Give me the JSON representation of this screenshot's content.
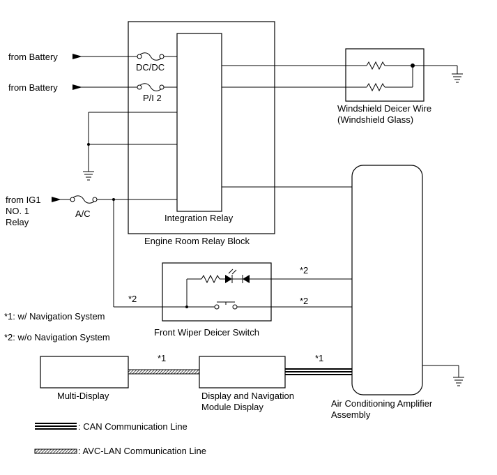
{
  "inputs": {
    "battery_1": "from Battery",
    "battery_2": "from Battery",
    "ig1_line1": "from IG1",
    "ig1_line2": "NO. 1",
    "ig1_line3": "Relay"
  },
  "fuses": {
    "dcdc": "DC/DC",
    "pi2": "P/I 2",
    "ac": "A/C"
  },
  "components": {
    "integration_relay": "Integration Relay",
    "engine_room_relay_block": "Engine Room Relay Block",
    "windshield_deicer_line1": "Windshield Deicer Wire",
    "windshield_deicer_line2": "(Windshield Glass)",
    "front_wiper_deicer_switch": "Front Wiper Deicer Switch",
    "multi_display": "Multi-Display",
    "display_nav_line1": "Display and Navigation",
    "display_nav_line2": "Module Display",
    "ac_amplifier_line1": "Air Conditioning Amplifier",
    "ac_amplifier_line2": "Assembly"
  },
  "markers": {
    "m2_top": "*2",
    "m2_bottom": "*2",
    "m2_left": "*2",
    "m1_left": "*1",
    "m1_right": "*1"
  },
  "notes": {
    "note1": "*1: w/ Navigation System",
    "note2": "*2: w/o Navigation System"
  },
  "legend": {
    "can": ": CAN Communication Line",
    "avc": ": AVC-LAN Communication Line"
  }
}
